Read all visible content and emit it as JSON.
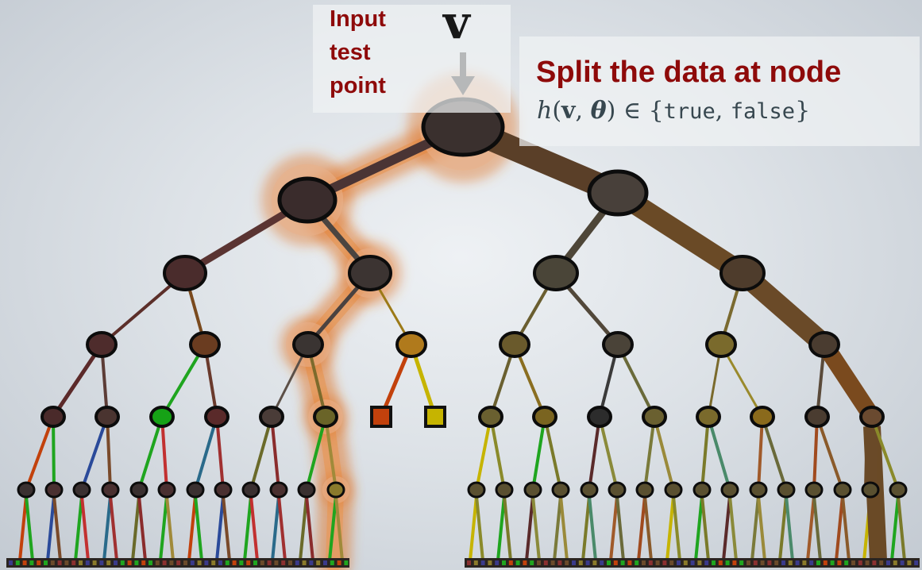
{
  "input_label": {
    "line1": "Input",
    "line2": "test",
    "line3": "point"
  },
  "input_symbol": "v",
  "split": {
    "title": "Split the data at node",
    "formula": {
      "h": "h",
      "open_paren": "(",
      "v": "v",
      "comma": ", ",
      "theta": "θ",
      "close_paren": ")",
      "in": " ∈ ",
      "open_brace": "{",
      "true": "true",
      "sep": ", ",
      "false": "false",
      "close_brace": "}"
    }
  },
  "colors": {
    "label_red": "#8e0a0a",
    "highlight": "#e07a2e",
    "node_dark": "#3b2f2c",
    "root_edge_right": "#5a3f28",
    "leaf_orange": "#c2410c",
    "leaf_yellow": "#c6b400"
  }
}
